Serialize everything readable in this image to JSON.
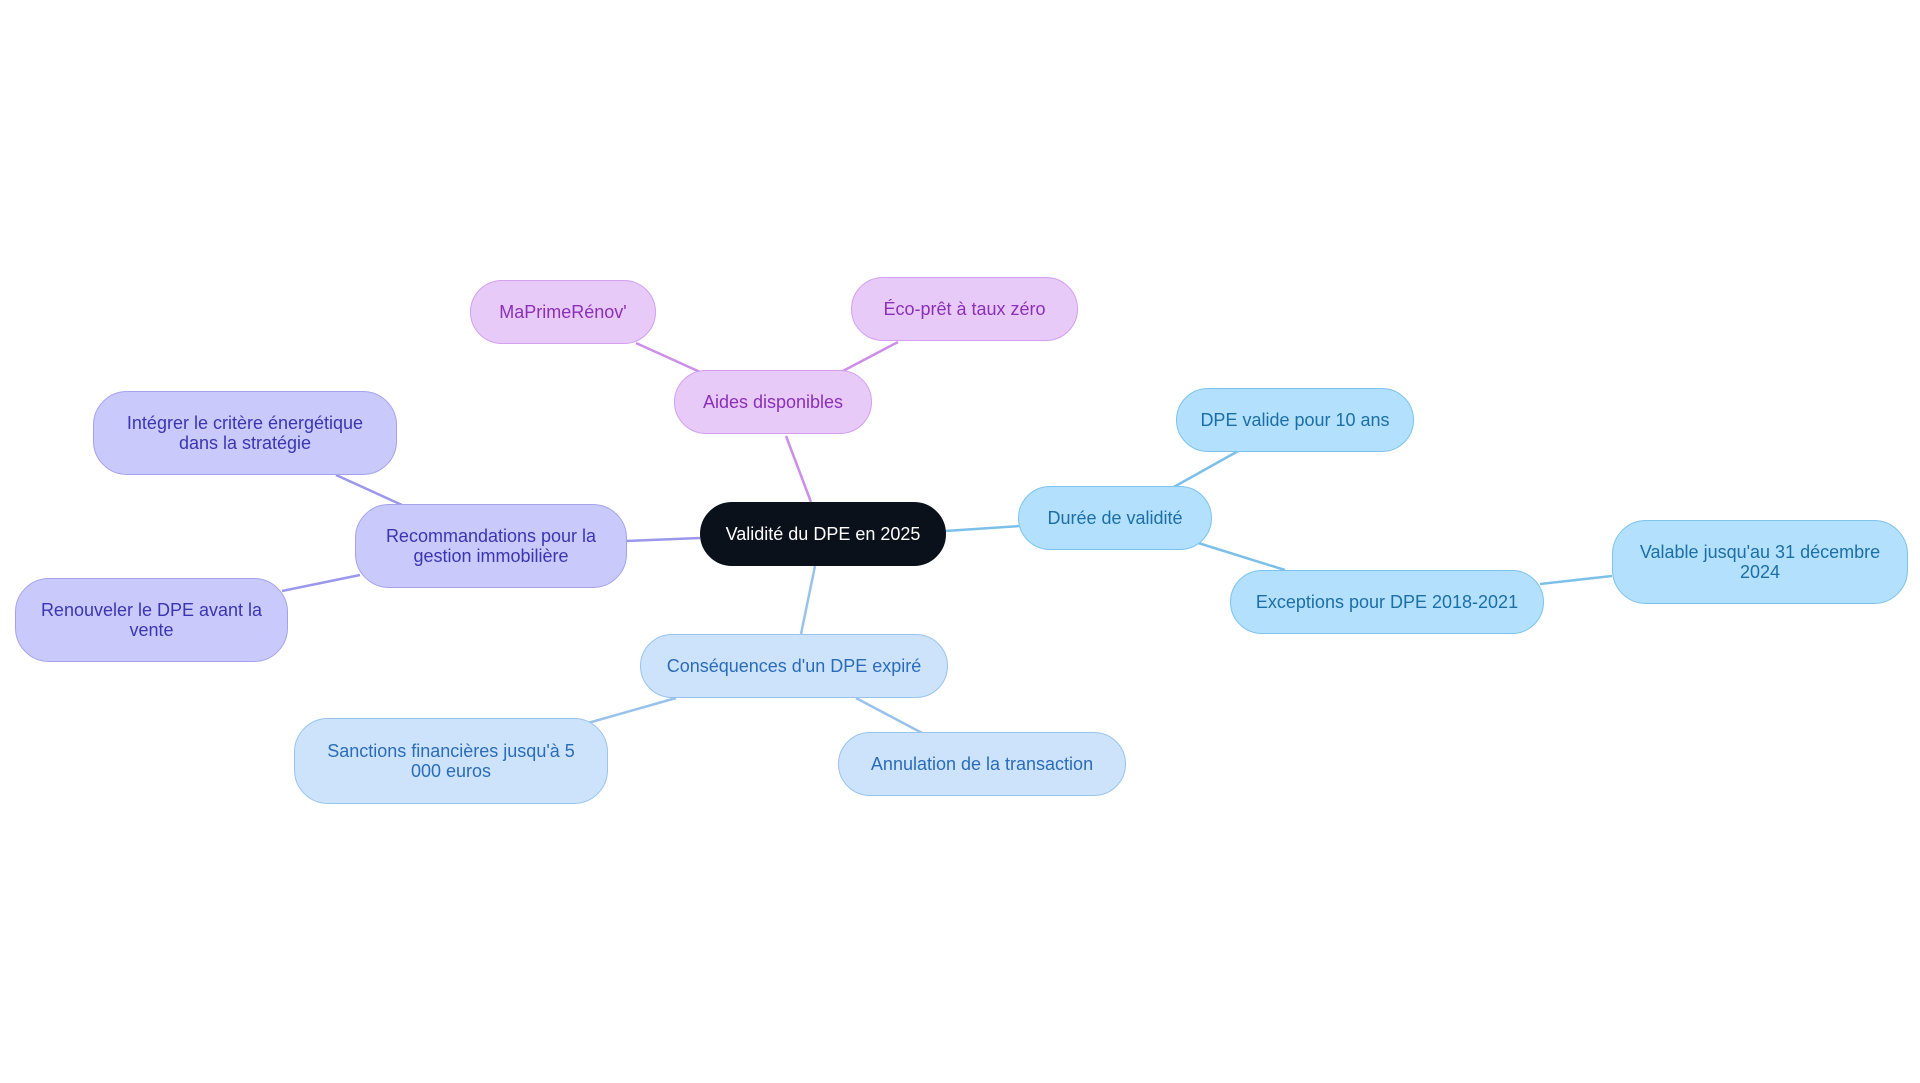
{
  "root": {
    "label": "Validité du DPE en 2025"
  },
  "branches": {
    "duree": {
      "label": "Durée de validité",
      "children": {
        "valide10": "DPE valide pour 10 ans",
        "exceptions": "Exceptions pour DPE 2018-2021",
        "valable2024": "Valable jusqu'au 31 décembre 2024"
      }
    },
    "consequences": {
      "label": "Conséquences d'un DPE expiré",
      "children": {
        "sanctions": "Sanctions financières jusqu'à 5 000 euros",
        "annulation": "Annulation de la transaction"
      }
    },
    "recommandations": {
      "label": "Recommandations pour la gestion immobilière",
      "children": {
        "integrer": "Intégrer le critère énergétique dans la stratégie",
        "renouveler": "Renouveler le DPE avant la vente"
      }
    },
    "aides": {
      "label": "Aides disponibles",
      "children": {
        "maprimerenov": "MaPrimeRénov'",
        "ecopret": "Éco-prêt à taux zéro"
      }
    }
  },
  "colors": {
    "root_fill": "#0b111a",
    "duree_edge": "#7cc0ea",
    "consequences_edge": "#98c2ec",
    "recommandations_edge": "#9a97ec",
    "aides_edge": "#cc8ee9"
  }
}
